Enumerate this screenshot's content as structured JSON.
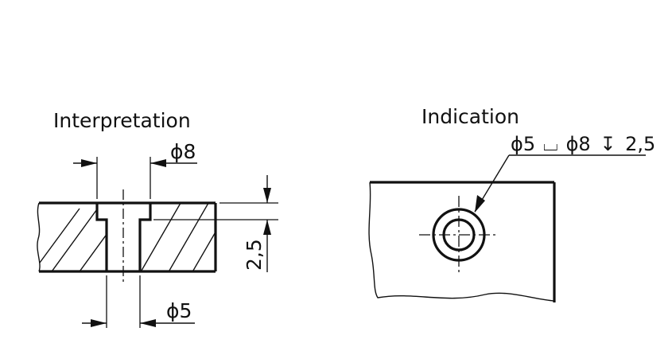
{
  "interpretation": {
    "title": "Interpretation",
    "counterbore_diameter_label": "ϕ8",
    "hole_diameter_label": "ϕ5",
    "counterbore_depth_label": "2,5"
  },
  "indication": {
    "title": "Indication",
    "callout": {
      "hole_diameter": "ϕ5",
      "counterbore_symbol": "⌴",
      "counterbore_diameter": "ϕ8",
      "depth_symbol": "↧",
      "depth_value": "2,5"
    }
  },
  "colors": {
    "line": "#111111",
    "background": "#ffffff"
  }
}
